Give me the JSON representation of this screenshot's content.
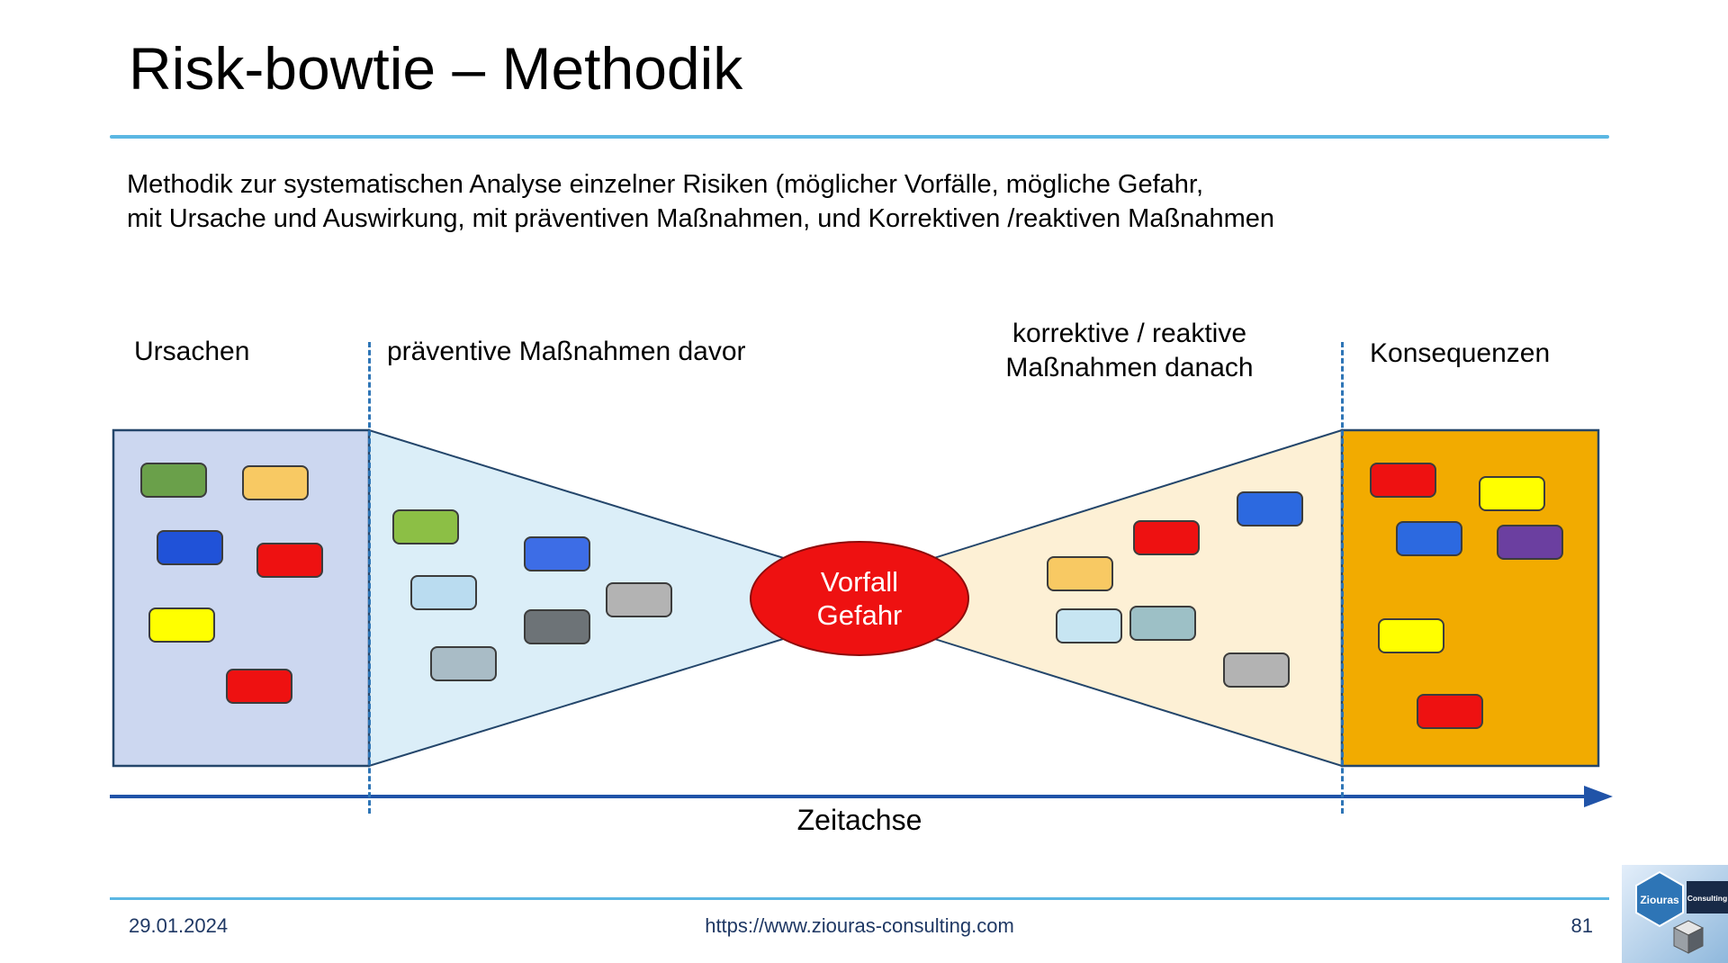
{
  "slide": {
    "title": "Risk-bowtie – Methodik",
    "description": {
      "line1": "Methodik zur systematischen Analyse einzelner Risiken (möglicher Vorfälle, mögliche Gefahr,",
      "line2": "mit Ursache und Auswirkung, mit präventiven Maßnahmen, und Korrektiven /reaktiven Maßnahmen"
    },
    "footer": {
      "date": "29.01.2024",
      "url": "https://www.ziouras-consulting.com",
      "page_number": "81"
    }
  },
  "diagram": {
    "labels": {
      "causes": "Ursachen",
      "preventive": "präventive Maßnahmen davor",
      "corrective_line1": "korrektive / reaktive",
      "corrective_line2": "Maßnahmen danach",
      "consequences": "Konsequenzen",
      "time_axis": "Zeitachse"
    },
    "event": {
      "line1": "Vorfall",
      "line2": "Gefahr"
    },
    "boxes": {
      "causes": [
        "#6aa04a",
        "#f8c963",
        "#2052d8",
        "#ee1111",
        "#ffff00",
        "#ee1111"
      ],
      "preventive": [
        "#8cbf45",
        "#3d6de6",
        "#badcf0",
        "#b3b3b3",
        "#6d7377",
        "#a9bcc6"
      ],
      "corrective": [
        "#2c69e0",
        "#ee1111",
        "#f8c963",
        "#c7e5f2",
        "#9dc0c6",
        "#b3b3b3"
      ],
      "consequences": [
        "#ee1111",
        "#ffff00",
        "#2c69e0",
        "#6b3fa0",
        "#ffff00",
        "#ee1111"
      ]
    }
  },
  "colors": {
    "accent_rule": "#5bb7e3",
    "causes_panel": "#ccd7f0",
    "left_funnel": "#dbeef8",
    "right_funnel": "#fdf0d5",
    "consequences_panel": "#f2ab00",
    "event_ellipse": "#ee1111",
    "panel_border": "#24466b",
    "dashed_line": "#2e75b6",
    "axis": "#2053a8"
  },
  "logo": {
    "line1": "Ziouras",
    "line2": "Consulting"
  }
}
